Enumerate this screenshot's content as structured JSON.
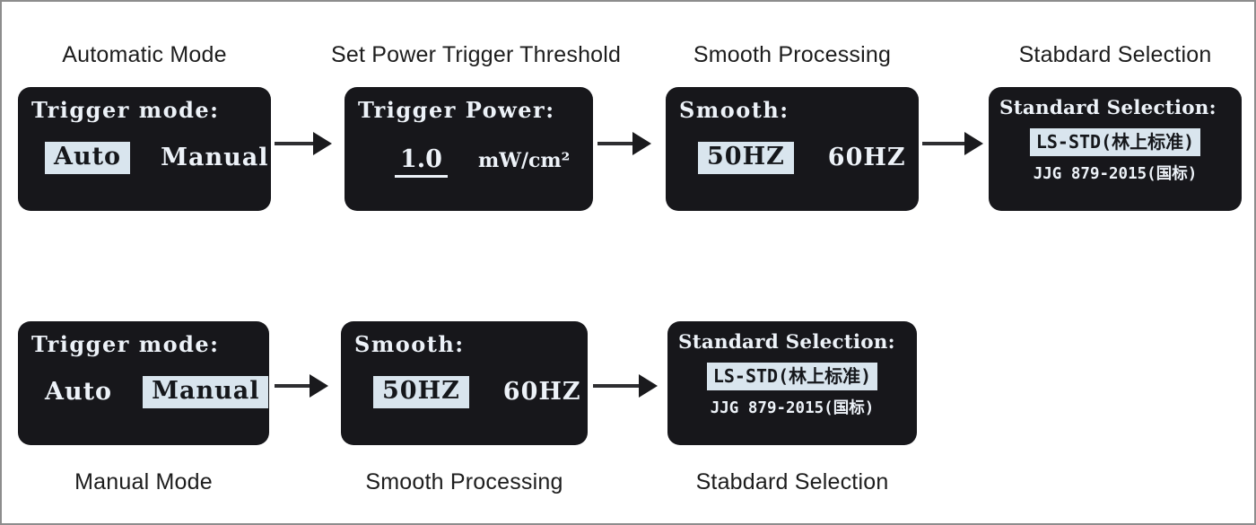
{
  "colors": {
    "screen_background": "#17171b",
    "screen_text": "#edf2f8",
    "highlight_background": "#d9e5ee",
    "highlight_text": "#15171b",
    "arrow": "#2e2e31",
    "caption_text": "#1d1d1d",
    "page_border": "#8d8d8d"
  },
  "top_row": {
    "items": [
      {
        "caption": "Automatic Mode",
        "screen": {
          "title": "Trigger mode:",
          "options": [
            {
              "text": "Auto",
              "selected": true
            },
            {
              "text": "Manual",
              "selected": false
            }
          ]
        }
      },
      {
        "caption": "Set Power Trigger Threshold",
        "screen": {
          "title": "Trigger Power:",
          "value": "1.0",
          "unit": "mW/cm²"
        }
      },
      {
        "caption": "Smooth Processing",
        "screen": {
          "title": "Smooth:",
          "options": [
            {
              "text": "50HZ",
              "selected": true
            },
            {
              "text": "60HZ",
              "selected": false
            }
          ]
        }
      },
      {
        "caption": "Stabdard Selection",
        "screen": {
          "title": "Standard Selection:",
          "options": [
            {
              "text": "LS-STD(林上标准)",
              "selected": true
            },
            {
              "text": "JJG 879-2015(国标)",
              "selected": false
            }
          ]
        }
      }
    ]
  },
  "bottom_row": {
    "items": [
      {
        "caption": "Manual Mode",
        "screen": {
          "title": "Trigger mode:",
          "options": [
            {
              "text": "Auto",
              "selected": false
            },
            {
              "text": "Manual",
              "selected": true
            }
          ]
        }
      },
      {
        "caption": "Smooth Processing",
        "screen": {
          "title": "Smooth:",
          "options": [
            {
              "text": "50HZ",
              "selected": true
            },
            {
              "text": "60HZ",
              "selected": false
            }
          ]
        }
      },
      {
        "caption": "Stabdard Selection",
        "screen": {
          "title": "Standard Selection:",
          "options": [
            {
              "text": "LS-STD(林上标准)",
              "selected": true
            },
            {
              "text": "JJG 879-2015(国标)",
              "selected": false
            }
          ]
        }
      }
    ]
  }
}
